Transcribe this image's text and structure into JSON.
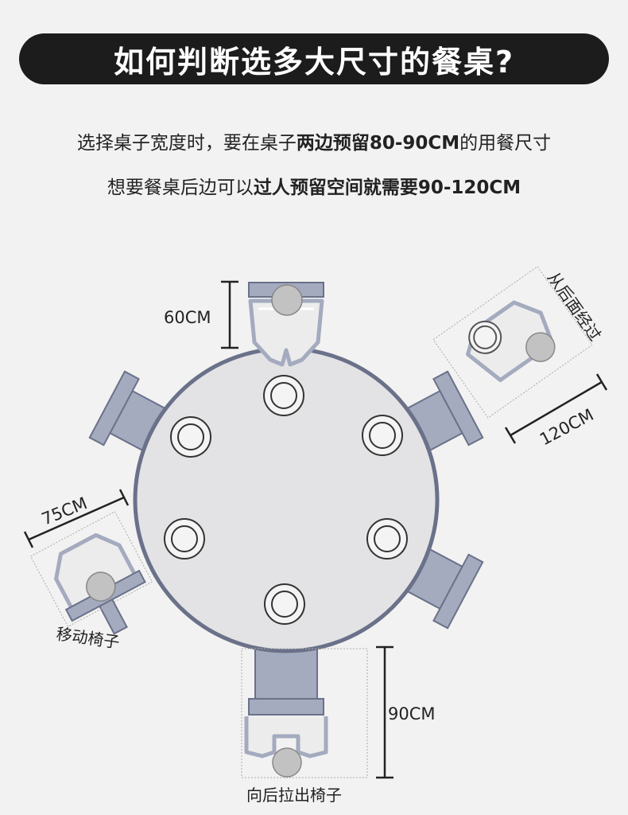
{
  "title": "如何判断选多大尺寸的餐桌?",
  "line1": {
    "a": "选择桌子宽度时，要在桌子",
    "b": "两边预留",
    "c": "80-90CM",
    "d": "的用餐尺寸"
  },
  "line2": {
    "a": "想要餐桌后边可以",
    "b": "过人预留空间就需要",
    "c": "90-120CM"
  },
  "labels": {
    "dim_top": "60CM",
    "dim_right": "120CM",
    "pass_behind": "从后面经过",
    "dim_left": "75CM",
    "move_chair": "移动椅子",
    "dim_bottom": "90CM",
    "pull_out": "向后拉出椅子"
  },
  "colors": {
    "table_fill": "#e3e3e5",
    "table_edge": "#6a7189",
    "chair": "#a4abbf",
    "chair_edge": "#6a7189",
    "person": "#c2c2c2",
    "banner": "#1c1c1c"
  }
}
